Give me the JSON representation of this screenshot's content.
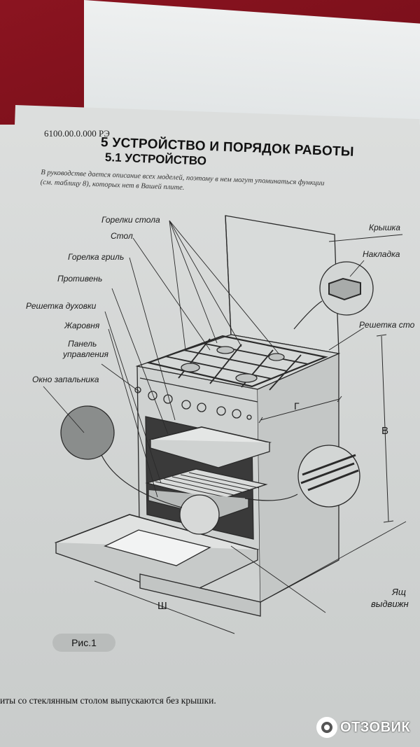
{
  "document": {
    "code": "6100.00.0.000 РЭ",
    "heading": "5 УСТРОЙСТВО И ПОРЯДОК РАБОТЫ",
    "subheading": "5.1 УСТРОЙСТВО",
    "intro_line1": "В руководстве дается описание всех моделей, поэтому в нем могут упоминаться  функции",
    "intro_line2": "(см. таблицу 8), которых нет в Вашей плите."
  },
  "figure": {
    "labels": {
      "burners": "Горелки стола",
      "table": "Стол",
      "grill_burner": "Горелка гриль",
      "baking_tray": "Противень",
      "oven_rack": "Решетка духовки",
      "roaster": "Жаровня",
      "panel_line1": "Панель",
      "panel_line2": "управления",
      "ignition_window": "Окно запальника",
      "lid": "Крышка",
      "pad": "Накладка",
      "table_grid": "Решетка сто",
      "drawer_line1": "Ящ",
      "drawer_line2": "выдвижн",
      "dim_v": "В",
      "dim_g": "Г",
      "dim_sh": "Ш"
    },
    "caption": "Рис.1"
  },
  "footer_note": "иты со стеклянным столом выпускаются без крышки.",
  "watermark": {
    "text": "ОТЗОВИК",
    "icon": "otzovik-logo-icon"
  }
}
